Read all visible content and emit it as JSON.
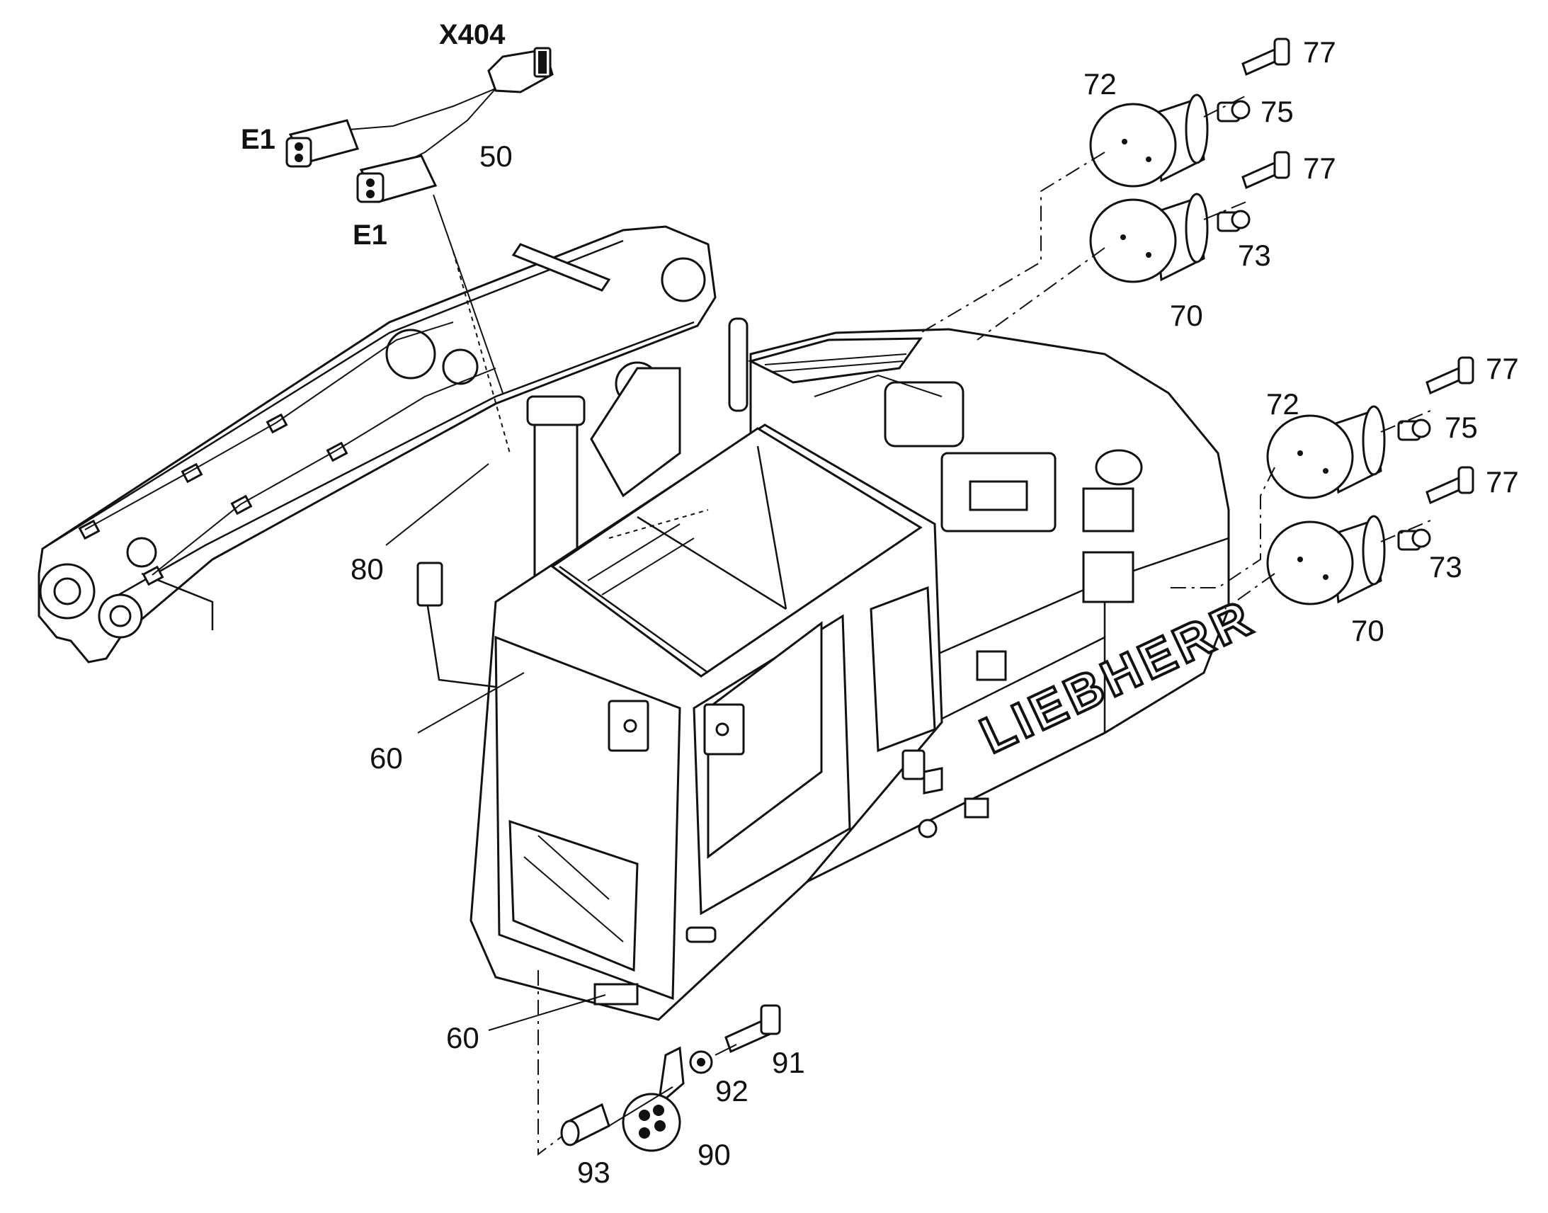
{
  "labels": {
    "connector_x404": "X404",
    "lamp_e1_a": "E1",
    "lamp_e1_b": "E1",
    "harness": "50",
    "grid": "80",
    "cable_60_upper": "60",
    "cable_60_lower": "60",
    "lamp_72_upper": "72",
    "lamp_70_upper": "70",
    "lamp_72_lower": "72",
    "lamp_70_lower": "70",
    "screw_77_a": "77",
    "screw_77_b": "77",
    "screw_77_c": "77",
    "screw_77_d": "77",
    "nut_75_upper": "75",
    "nut_73_upper": "73",
    "nut_75_lower": "75",
    "nut_73_lower": "73",
    "bracket_90": "90",
    "bolt_91": "91",
    "washer_92": "92",
    "sleeve_93": "93"
  },
  "brand": "LIEBHERR"
}
